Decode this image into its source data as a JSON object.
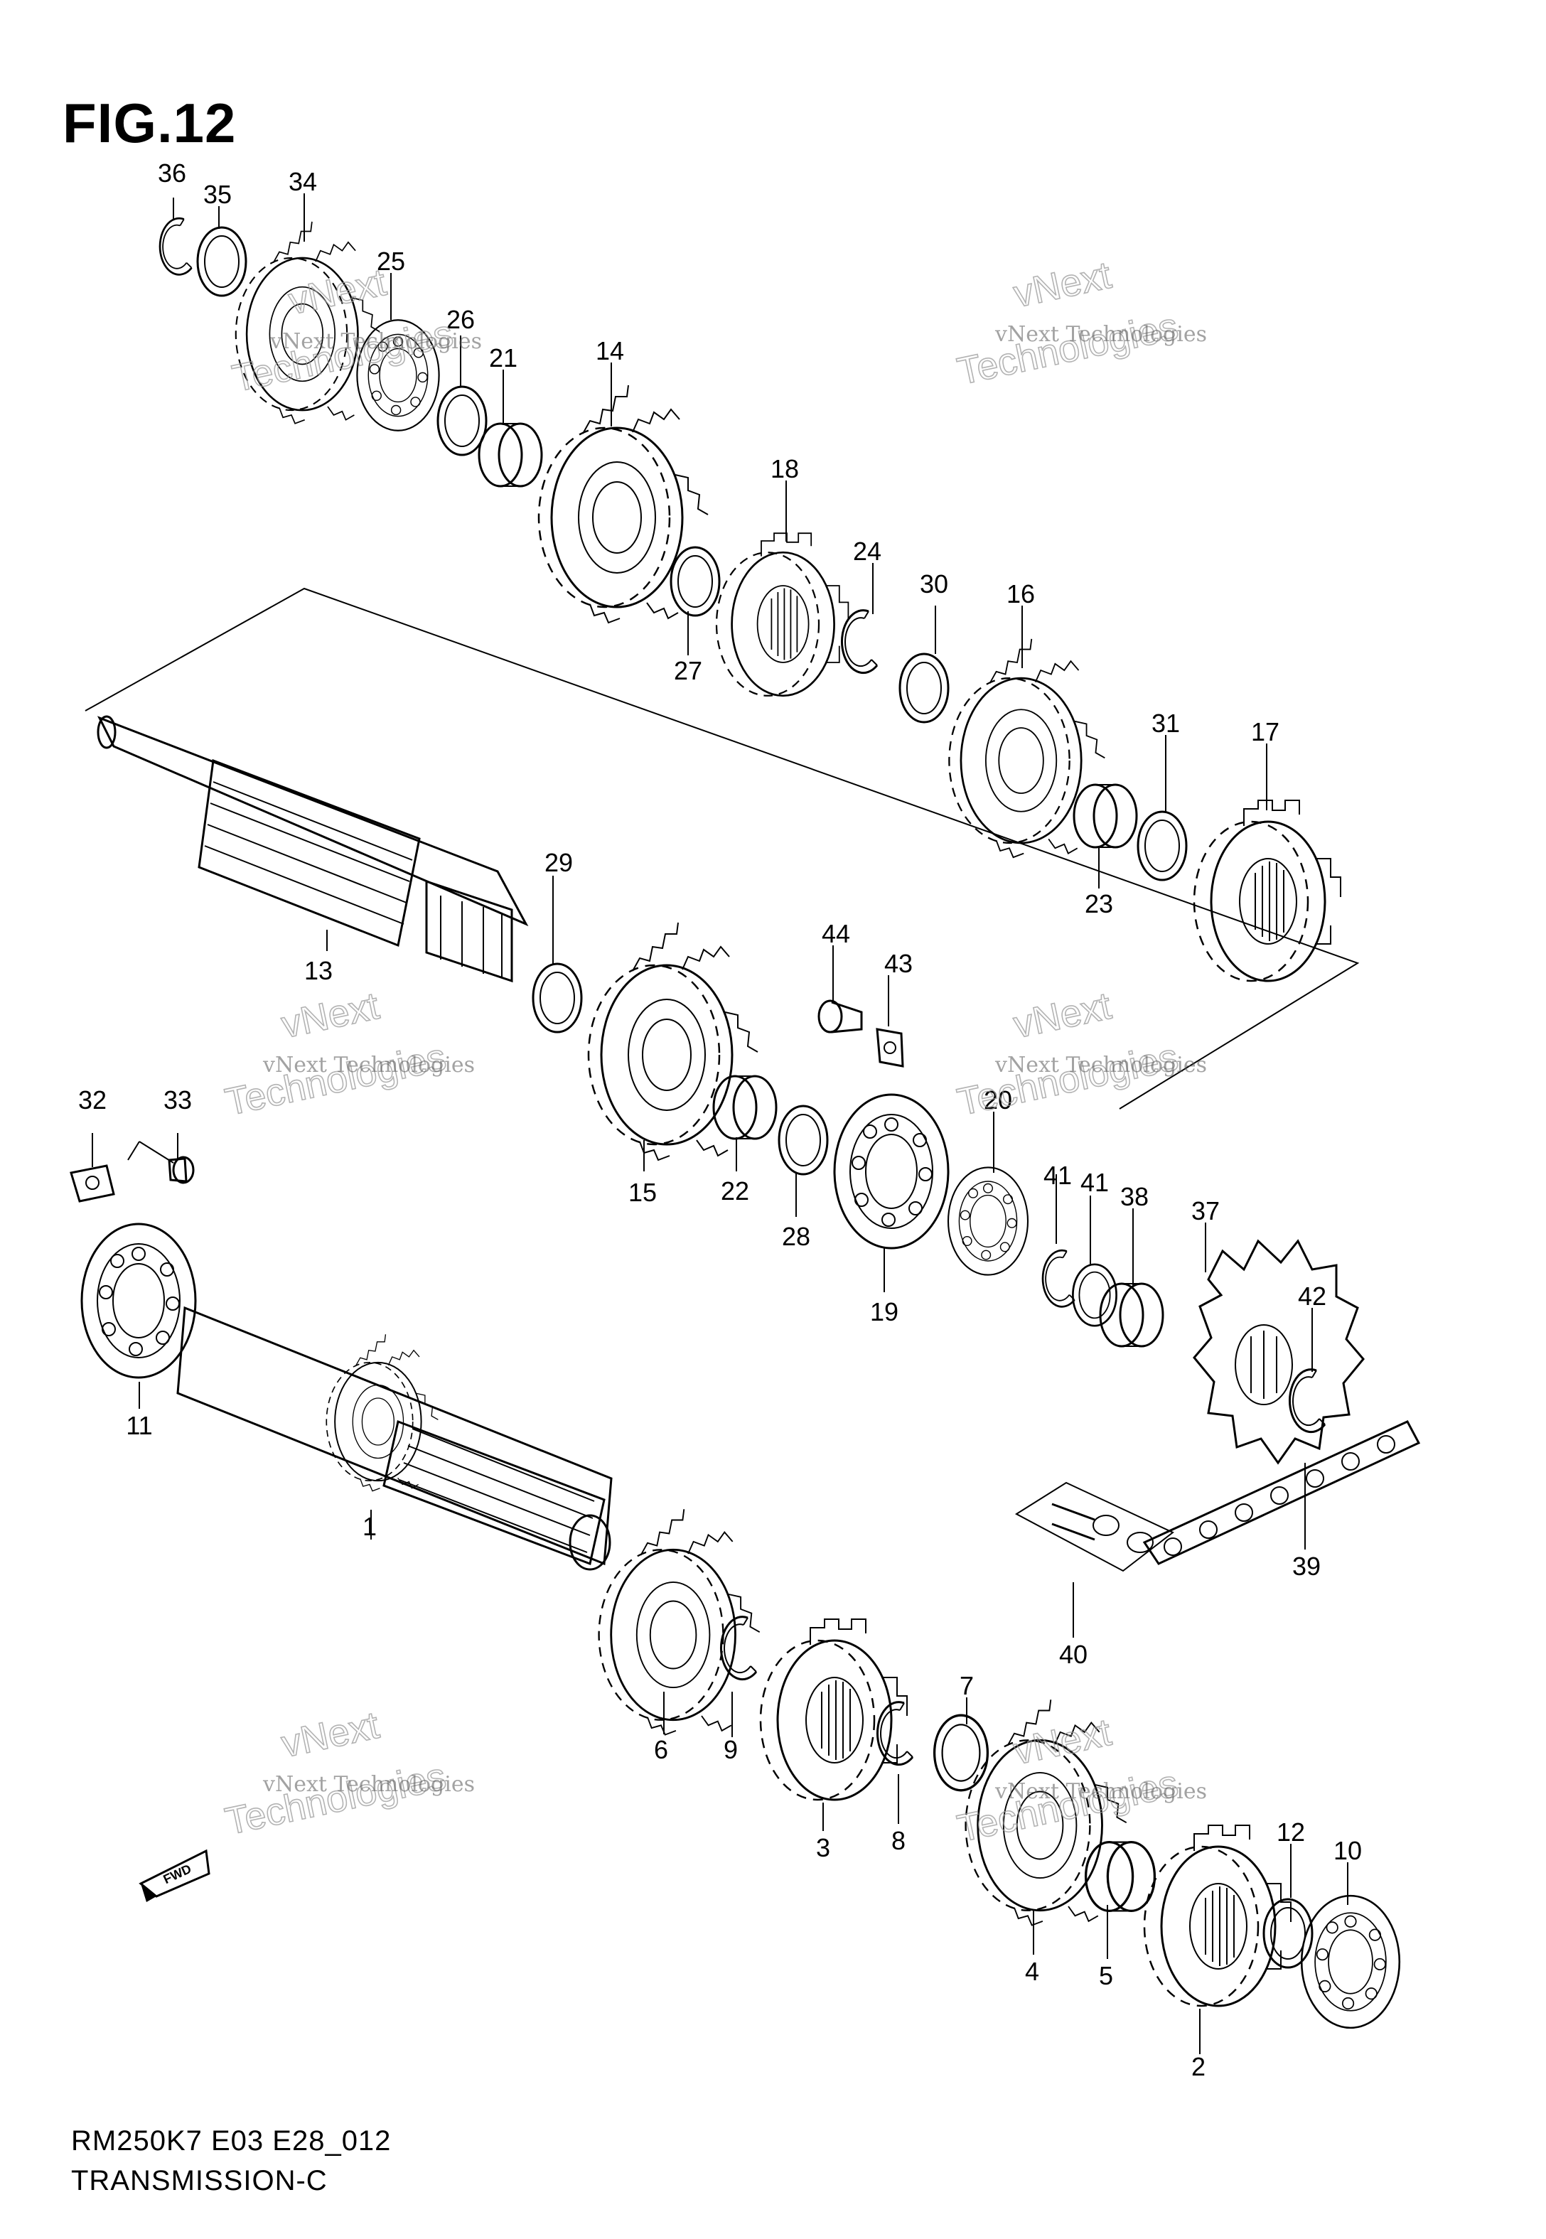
{
  "figure": {
    "title": "FIG.12",
    "code": "RM250K7 E03 E28_012",
    "name": "TRANSMISSION-C"
  },
  "watermark": {
    "line1": "vNext Technologies",
    "line2": "vNext",
    "line3": "Technologies"
  },
  "fwd_label": "FWD",
  "part_labels": [
    "1",
    "2",
    "3",
    "4",
    "5",
    "6",
    "7",
    "8",
    "9",
    "10",
    "11",
    "12",
    "13",
    "14",
    "15",
    "16",
    "17",
    "18",
    "19",
    "20",
    "21",
    "22",
    "23",
    "24",
    "25",
    "26",
    "27",
    "28",
    "29",
    "30",
    "31",
    "32",
    "33",
    "34",
    "35",
    "36",
    "37",
    "38",
    "39",
    "40",
    "41",
    "41",
    "42",
    "43",
    "44"
  ]
}
